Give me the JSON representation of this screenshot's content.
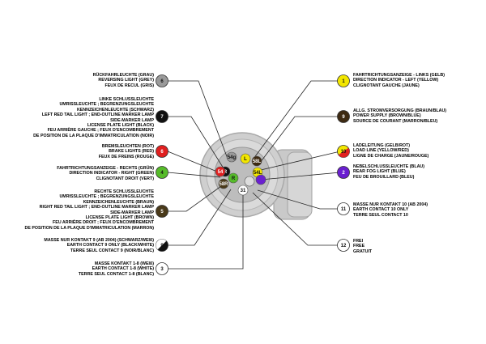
{
  "pins": [
    {
      "id": "6",
      "color": "#9a9a9a",
      "number": "6",
      "lines": [
        "RÜCKFAHRLEUCHTE (GRAU)",
        "REVERSING LIGHT (GREY)",
        "FEUX DE RECUL (GRIS)"
      ]
    },
    {
      "id": "7",
      "color": "#111111",
      "number": "7",
      "lines": [
        "LINKE SCHLUSSLEUCHTE",
        "UMRISSLEUCHTE ; BEGRENZUNGSLEUCHTE",
        "KENNZEICHENLEUCHTE (SCHWARZ)",
        "LEFT RED TAIL LIGHT ; END-OUTLINE MARKER LAMP",
        "SIDE-MARKER LAMP",
        "LICENSE PLATE LIGHT (BLACK)",
        "FEU ARRIÈRE GAUCHE ; FEUX D'ENCOMBREMENT",
        "DE POSITION DE LA PLAQUE D'IMMATRICULATION (NOIR)"
      ]
    },
    {
      "id": "6r",
      "color": "#e02020",
      "number": "6",
      "lines": [
        "BREMSLEUCHTEN (ROT)",
        "BRAKE LIGHTS (RED)",
        "FEUX DE FREINS (ROUGE)"
      ]
    },
    {
      "id": "4",
      "color": "#56bb2a",
      "number": "4",
      "lines": [
        "FAHRTRICHTUNGSANZEIGE - RECHTS (GRÜN)",
        "DIRECTION INDICATOR - RIGHT (GREEN)",
        "CLIGNOTANT DROIT (VERT)"
      ]
    },
    {
      "id": "5",
      "color": "#4a3a1a",
      "number": "5",
      "lines": [
        "RECHTE SCHLUSSLEUCHTE",
        "UMRISSLEUCHTE ; BEGRENZUNGSLEUCHTE",
        "KENNZEICHENLEUCHTE (BRAUN)",
        "RIGHT RED TAIL LIGHT ; END-OUTLINE MARKER LAMP",
        "SIDE-MARKER LAMP",
        "LICENSE PLATE LIGHT (BROWN)",
        "FEU ARRIÈRE DROIT ; FEUX D'ENCOMBREMENT",
        "DE POSITION DE LA PLAQUE D'IMMATRICULATION (MARRON)"
      ]
    },
    {
      "id": "9bw",
      "color": "#111111",
      "number": "9",
      "lines": [
        "MASSE NUR KONTAKT 9 (AB 2004) (SCHWARZ/WEIß)",
        "EARTH CONTACT 9 ONLY (BLACK/WHITE)",
        "TERRE SEUL CONTACT 9 (NOIR/BLANC)"
      ]
    },
    {
      "id": "3",
      "color": "#ffffff",
      "number": "3",
      "lines": [
        "MASSE KONTAKT 1-8 (WEIß)",
        "EARTH CONTACT 1-8 (WHITE)",
        "TERRE SEUL CONTACT 1-8 (BLANC)"
      ]
    },
    {
      "id": "1",
      "color": "#f2e600",
      "number": "1",
      "lines": [
        "FAHRTRICHTUNGSANZEIGE - LINKS (GELB)",
        "DIRECTION INDICATOR - LEFT (YELLOW)",
        "CLIGNOTANT GAUCHE (JAUNE)"
      ]
    },
    {
      "id": "9",
      "color": "#3d2a12",
      "number": "9",
      "lines": [
        "ALLG. STROMVERSORGUNG (BRAUN/BLAU)",
        "POWER SUPPLY (BROWN/BLUE)",
        "SOURCE DE COURANT (MARRON/BLEU)"
      ]
    },
    {
      "id": "10",
      "color": "#f2e600",
      "number": "10",
      "lines": [
        "LADELEITUNG (GELB/ROT)",
        "LOAD LINE (YELLOW/RED)",
        "LIGNE DE CHARGE (JAUNE/ROUGE)"
      ]
    },
    {
      "id": "2",
      "color": "#6a1fd0",
      "number": "2",
      "lines": [
        "NEBELSCHLUSSLEUCHTE (BLAU)",
        "REAR FOG LIGHT (BLUE)",
        "FEU DE BROUILLARD (BLEU)"
      ]
    },
    {
      "id": "11",
      "color": "#ffffff",
      "number": "11",
      "lines": [
        "MASSE NUR KONTAKT 10 (AB 2004)",
        "EARTH CONTACT 10 ONLY",
        "TERRE SEUL CONTACT 10"
      ]
    },
    {
      "id": "12",
      "color": "#ffffff",
      "number": "12",
      "lines": [
        "FREI",
        "FREE",
        "GRATUIT"
      ]
    }
  ],
  "socket_pins": [
    {
      "label": "54g",
      "color": "#9a9a9a"
    },
    {
      "label": "R",
      "color": "#111111"
    },
    {
      "label": "54",
      "color": "#e02020"
    },
    {
      "label": "R",
      "color": "#56bb2a"
    },
    {
      "label": "58R",
      "color": "#4a3a1a"
    },
    {
      "label": "L",
      "color": "#f2e600"
    },
    {
      "label": "58L",
      "color": "#3d2a12"
    },
    {
      "label": "54L",
      "color": "#f2e600"
    },
    {
      "label": "",
      "color": "#6a1fd0"
    },
    {
      "label": "31",
      "color": "#ffffff"
    },
    {
      "label": "",
      "color": "#dddddd"
    }
  ],
  "center_label": "31"
}
